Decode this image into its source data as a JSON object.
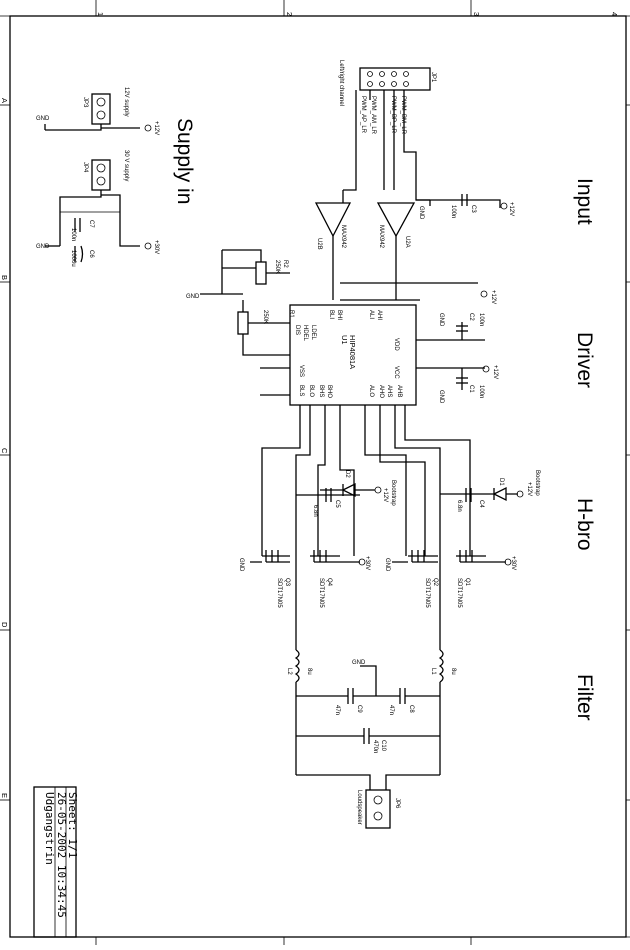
{
  "title_block": {
    "name": "Udgangstrin",
    "date": "26-05-2002 10:34:45",
    "sheet": "Sheet: 1/1"
  },
  "sections": {
    "supply": "Supply in",
    "input": "Input",
    "driver": "Driver",
    "hbro": "H-bro",
    "filter": "Filter"
  },
  "frame": {
    "cols": [
      "1",
      "2",
      "3",
      "4"
    ],
    "rows": [
      "A",
      "B",
      "C",
      "D",
      "E"
    ]
  },
  "components": {
    "jp1": "JP1",
    "jp1_desc": "Left/right channel",
    "jp1_pins": [
      "PWM_AP_LR",
      "PWM_AM_LR",
      "PWM_BP_LR",
      "PWM_BM_LR"
    ],
    "jp3": "JP3",
    "jp3_desc": "12V supply",
    "jp4": "JP4",
    "jp4_desc": "30 V supply",
    "jp6": "JP6",
    "jp6_desc": "Loudspeaker",
    "u2a": "U2A",
    "u2b": "U2B",
    "opamp": "MAX942",
    "u1": "U1",
    "u1_part": "HIP4081A",
    "r1": "R1",
    "r1_val": "250K",
    "r2": "R2",
    "r2_val": "250K",
    "c1": "C1",
    "c1_val": "100n",
    "c2": "C2",
    "c2_val": "100n",
    "c3": "C3",
    "c3_val": "100n",
    "c4": "C4",
    "c4_val": "6.8n",
    "c5": "C5",
    "c5_val": "6.8n",
    "c6": "C6",
    "c6_val": "1000u",
    "c7": "C7",
    "c7_val": "100n",
    "c8": "C8",
    "c8_val": "47n",
    "c9": "C9",
    "c9_val": "47n",
    "c10": "C10",
    "c10_val": "470n",
    "d1": "D1",
    "d2": "D2",
    "bootstrap": "Bootstrap",
    "q1": "Q1",
    "q2": "Q2",
    "q3": "Q3",
    "q4": "Q4",
    "q_part": "SDT17N05",
    "l1": "L1",
    "l2": "L2",
    "l_val": "8u"
  },
  "u1_pins": {
    "left": [
      "DIS",
      "HDEL",
      "LDEL",
      "VSS",
      "BLS",
      "BLO",
      "BHS",
      "BHO"
    ],
    "top": [
      "BLI",
      "BHI",
      "ALI",
      "AHI"
    ],
    "right": [
      "VDD",
      "VCC",
      "AHB",
      "AHO",
      "AHS",
      "ALO"
    ]
  },
  "nets": {
    "gnd": "GND",
    "v12": "+12V",
    "v30": "+30V"
  },
  "colors": {
    "line": "#000000",
    "paper": "#ffffff"
  }
}
